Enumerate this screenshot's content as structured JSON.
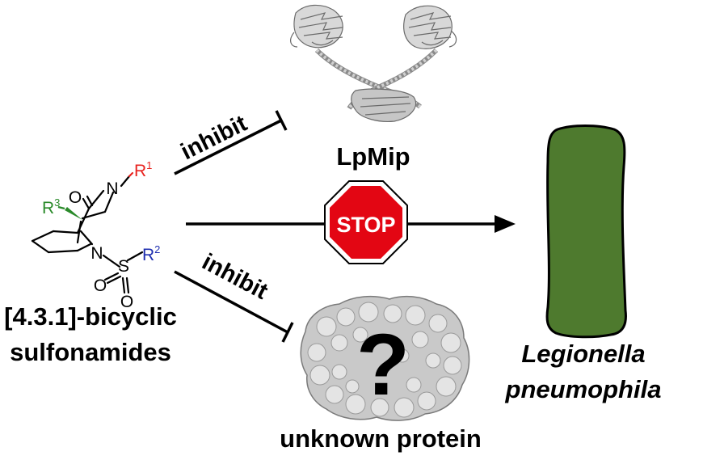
{
  "compound": {
    "line1": "[4.3.1]-bicyclic",
    "line2": "sulfonamides",
    "atoms": {
      "n": "N",
      "o": "O",
      "s": "S"
    },
    "r1": {
      "base": "R",
      "sup": "1",
      "color": "#e8231f"
    },
    "r2": {
      "base": "R",
      "sup": "2",
      "color": "#1f2fb0"
    },
    "r3": {
      "base": "R",
      "sup": "3",
      "color": "#2a8a2a"
    }
  },
  "arrows": {
    "top_label": "inhibit",
    "bottom_label": "inhibit"
  },
  "stop_sign": {
    "text": "STOP",
    "color": "#e30613"
  },
  "targets": {
    "top": "LpMip",
    "bottom": "unknown protein",
    "bottom_mark": "?"
  },
  "organism": {
    "line1": "Legionella",
    "line2": "pneumophila",
    "color": "#4e7a2e"
  }
}
